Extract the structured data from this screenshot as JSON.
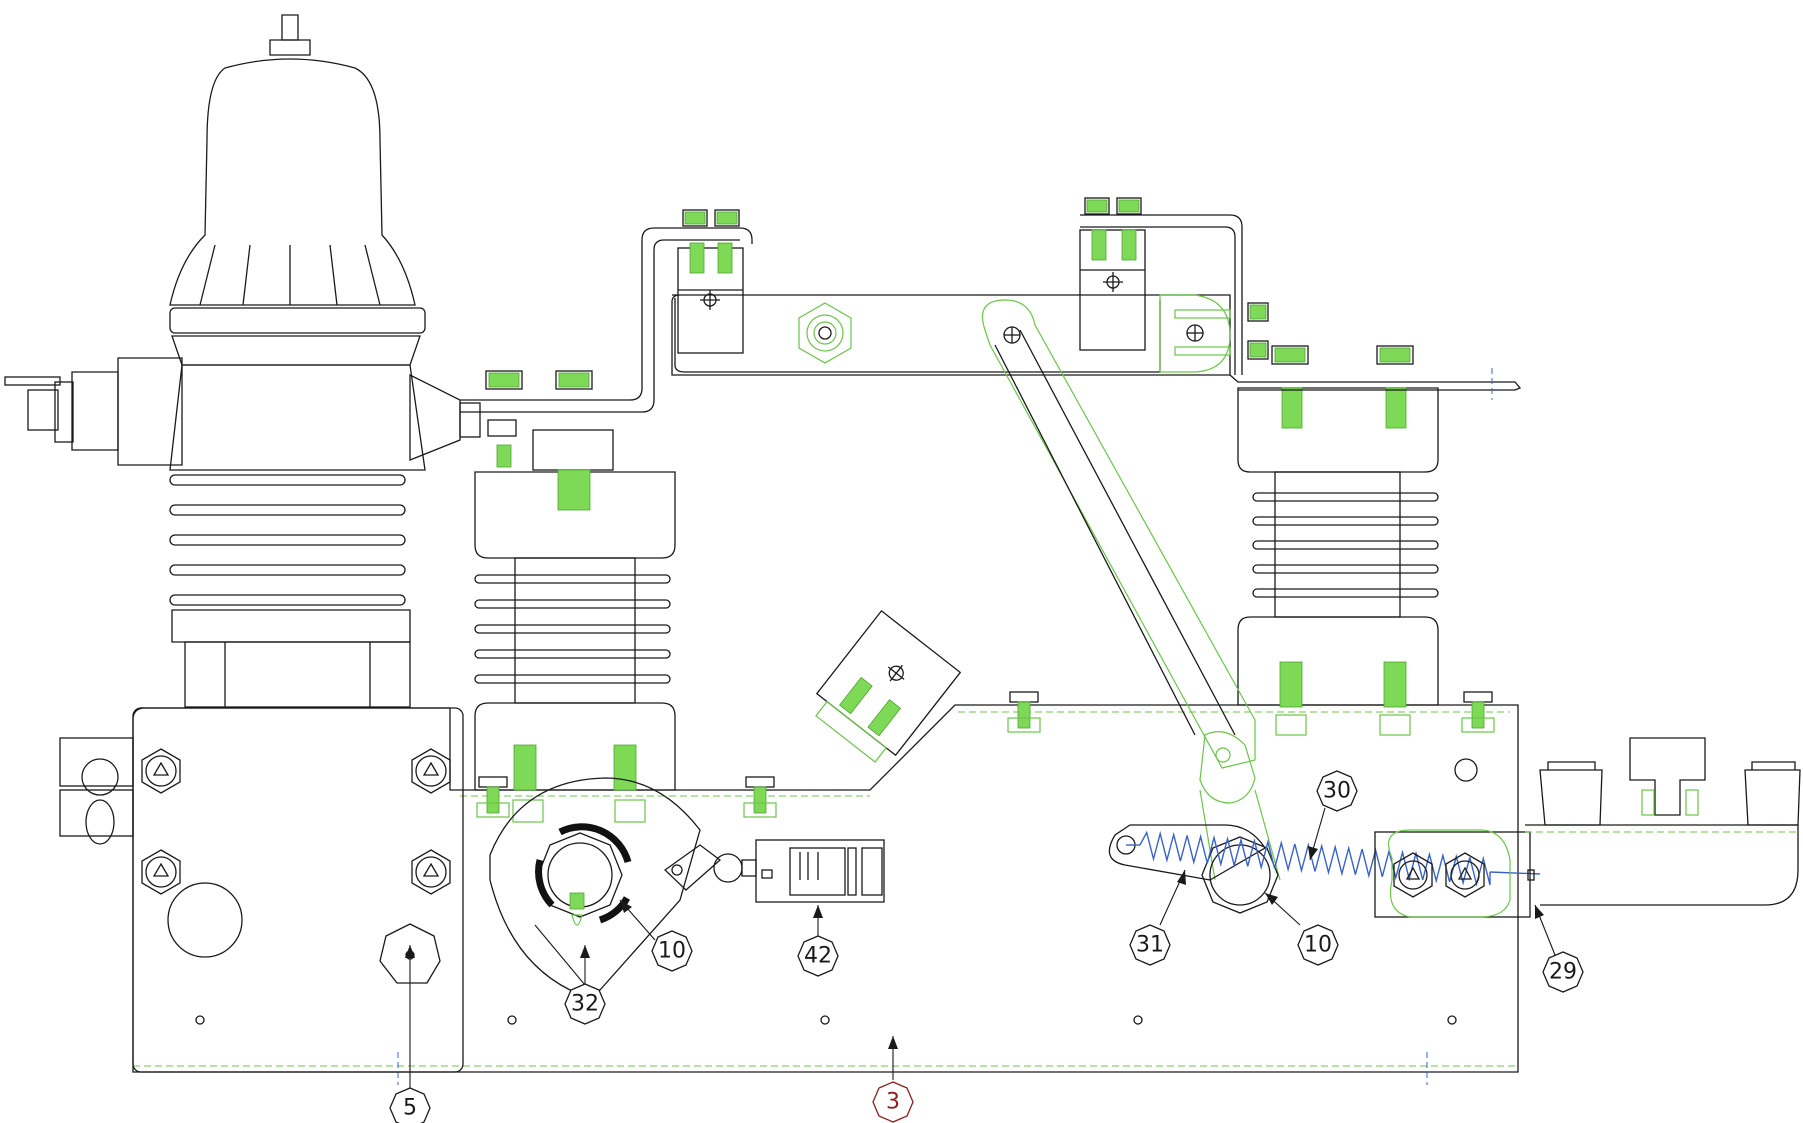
{
  "callouts": [
    {
      "id": "c5",
      "label": "5"
    },
    {
      "id": "c3",
      "label": "3"
    },
    {
      "id": "c32",
      "label": "32"
    },
    {
      "id": "c10a",
      "label": "10"
    },
    {
      "id": "c42",
      "label": "42"
    },
    {
      "id": "c30",
      "label": "30"
    },
    {
      "id": "c31",
      "label": "31"
    },
    {
      "id": "c10b",
      "label": "10"
    },
    {
      "id": "c29",
      "label": "29"
    }
  ],
  "colors": {
    "outline": "#1a1a1a",
    "thread_green": "#7ed957",
    "spring_blue": "#3a63c8",
    "callout_red": "#8a1f1f"
  }
}
